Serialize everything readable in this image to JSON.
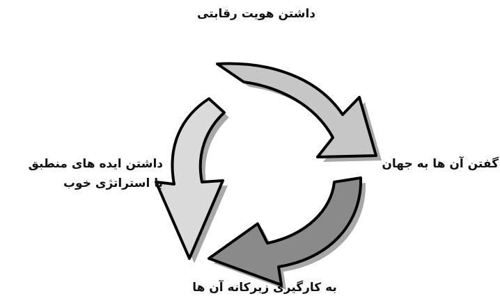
{
  "diagram": {
    "type": "cycle",
    "steps": [
      {
        "text": "داشتن هویت رقابتی"
      },
      {
        "text": "گفتن آن ها به جهان"
      },
      {
        "text": "به کارگیری زیرکانه آن ها"
      },
      {
        "lines": [
          "داشتن ایده های منطبق",
          "با استراتژی خوب"
        ]
      }
    ],
    "colors": {
      "arrow_top": "#c6c6c6",
      "arrow_bottom": "#8a8a8a",
      "arrow_left": "#dadada",
      "outline": "#000000",
      "shadow": "#a8a8a8"
    }
  }
}
